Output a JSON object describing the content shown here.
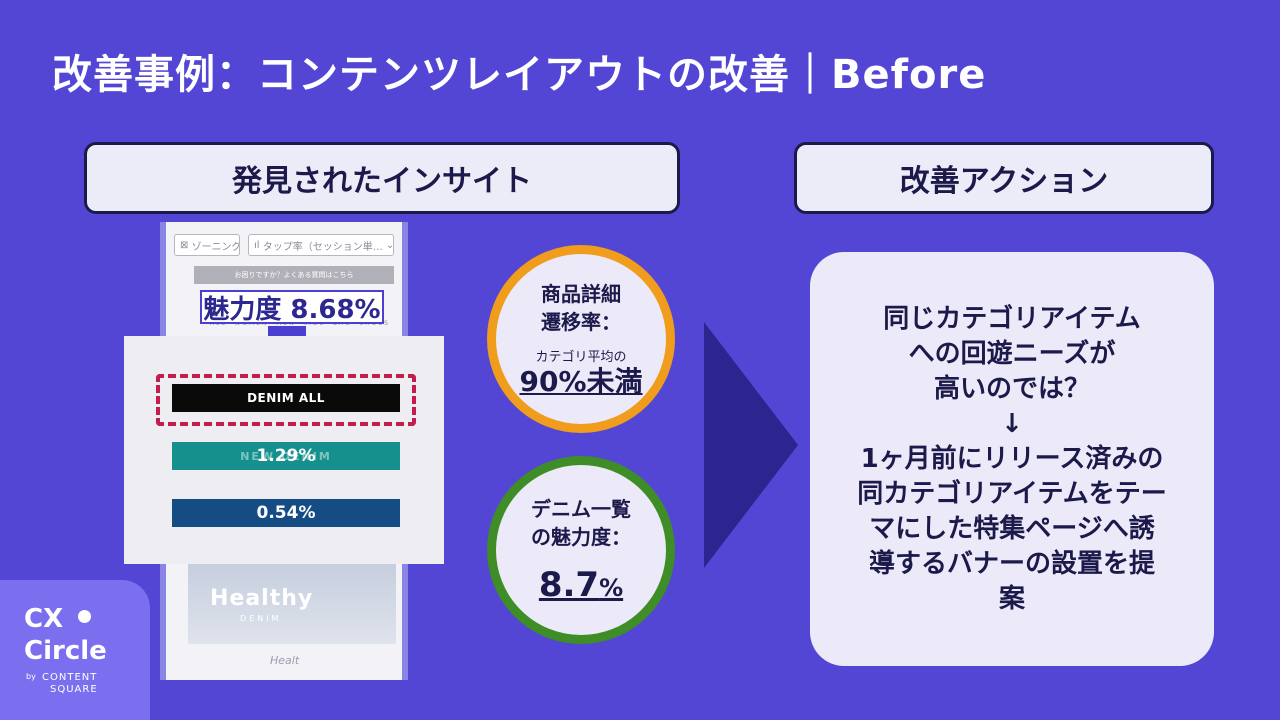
{
  "title": "改善事例：コンテンツレイアウトの改善｜Before",
  "insight_header": "発見されたインサイト",
  "action_header": "改善アクション",
  "phone": {
    "zoning_tab": "ゾーニング",
    "tap_tab": "タップ率（セッション単…",
    "grey_bar": "お困りですか？よくある質問はこちら",
    "nav": [
      "ALL",
      "WOMEN",
      "MEN",
      "KIDS",
      "BAG",
      "SHOES"
    ],
    "hero_title": "Healthy",
    "hero_subtitle": "DENIM"
  },
  "attractiveness_label": "魅力度 8.68%",
  "bars": {
    "denim_all": "DENIM ALL",
    "teal_faint": "NEW DENIM",
    "teal_value": "1.29%",
    "navy_value": "0.54%"
  },
  "circle_transition": {
    "line1": "商品詳細",
    "line2": "遷移率：",
    "small": "カテゴリ平均の",
    "big": "90%未満"
  },
  "circle_attract": {
    "line1": "デニム一覧",
    "line2": "の魅力度：",
    "number": "8.7",
    "unit": "%"
  },
  "action_lines": [
    "同じカテゴリアイテム",
    "への回遊ニーズが",
    "高いのでは？",
    "↓",
    "1ヶ月前にリリース済みの",
    "同カテゴリアイテムをテー",
    "マにした特集ページへ誘",
    "導するバナーの設置を提",
    "案"
  ],
  "logo": {
    "cx": "CX",
    "circle": "Circle",
    "by": "by",
    "content": "CONTENT",
    "square": "SQUARE"
  },
  "colors": {
    "background": "#5346d4",
    "orange_ring": "#f09c1c",
    "green_ring": "#3f8d26",
    "dashed_red": "#c21d4d",
    "teal_bar": "#15908c",
    "navy_bar": "#164c84"
  }
}
